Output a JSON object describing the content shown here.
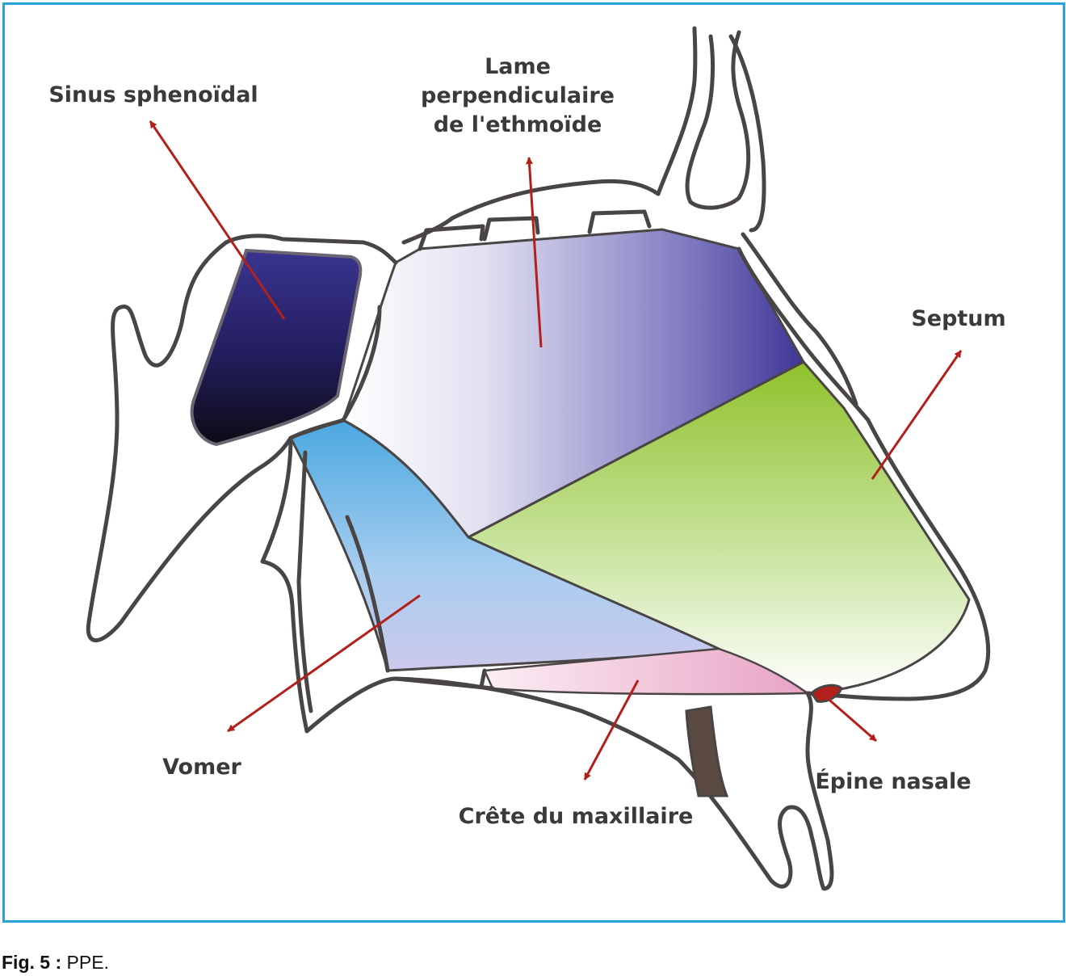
{
  "labels": {
    "sinus": "Sinus sphenoïdal",
    "lame_line1": "Lame",
    "lame_line2": "perpendiculaire",
    "lame_line3": "de l'ethmoïde",
    "septum": "Septum",
    "vomer": "Vomer",
    "crete": "Crête du maxillaire",
    "epine": "Épine nasale"
  },
  "caption": {
    "prefix": "Fig. 5 :",
    "text": " PPE."
  },
  "colors": {
    "frame": "#2aa3d8",
    "outline": "#4a4545",
    "arrow": "#b3201c",
    "sinus": "#2c2a7a",
    "ethmoid": "#4a3fa0",
    "septum": "#9cc634",
    "vomer": "#56aee0",
    "crest": "#e8a8c8"
  }
}
